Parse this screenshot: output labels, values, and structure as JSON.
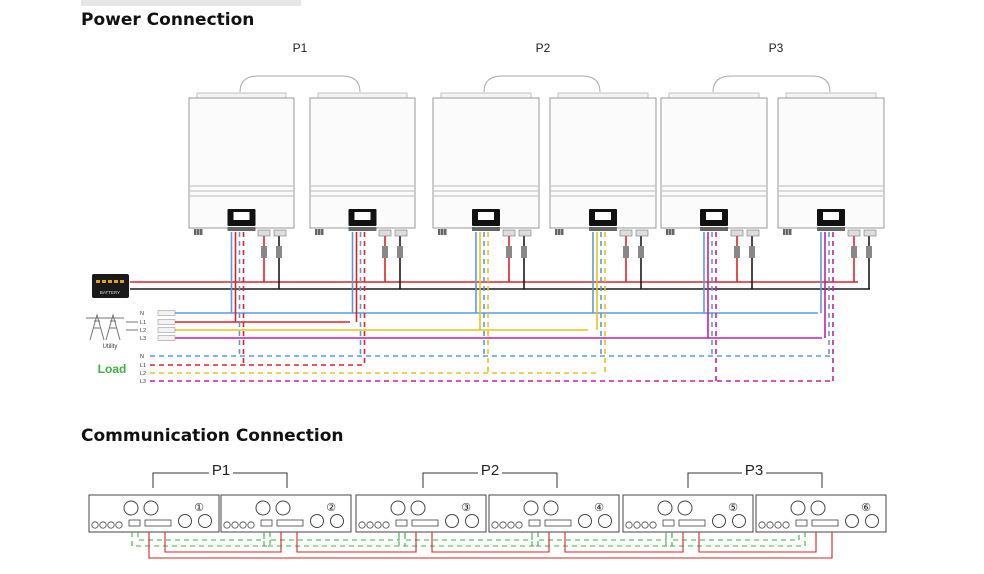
{
  "sections": {
    "power_title": "Power Connection",
    "comm_title": "Communication Connection"
  },
  "power": {
    "phase_labels": [
      "P1",
      "P2",
      "P3"
    ],
    "battery_label": "BATTERY",
    "utility_label": "Utility",
    "load_label": "Load",
    "utility_lines": [
      "N",
      "L1",
      "L2",
      "L3"
    ],
    "load_lines": [
      "N",
      "L1",
      "L2",
      "L3"
    ]
  },
  "comm": {
    "phase_labels": [
      "P1",
      "P2",
      "P3"
    ],
    "unit_numbers": [
      "①",
      "②",
      "③",
      "④",
      "⑤",
      "⑥"
    ]
  },
  "colors": {
    "neutral": "#5b9bd5",
    "l1": "#e0202a",
    "l2": "#e8c21a",
    "l3": "#c51fa8",
    "dc_black": "#1a1a1a",
    "load_text": "#3cb043",
    "rs485_green": "#3cb043",
    "share_red": "#d42424"
  }
}
